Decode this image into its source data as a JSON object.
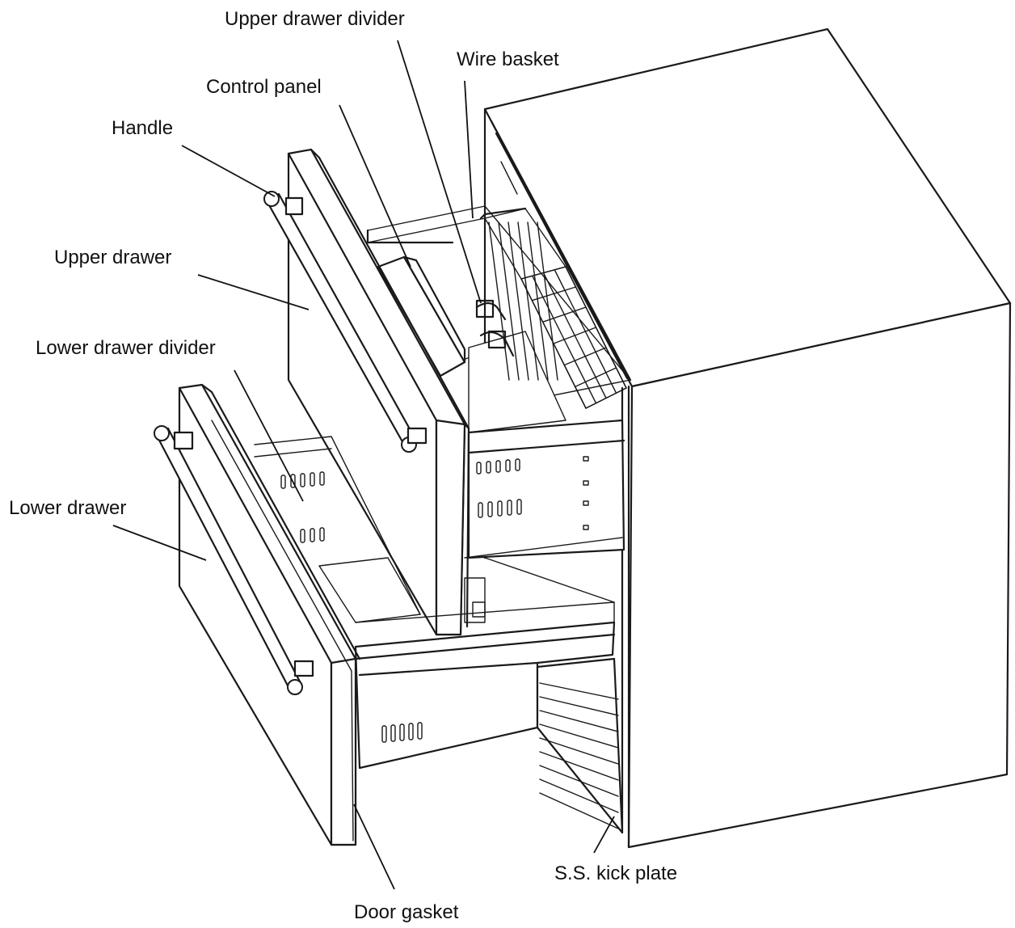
{
  "labels": {
    "upper_drawer_divider": "Upper drawer divider",
    "wire_basket": "Wire basket",
    "control_panel": "Control panel",
    "handle": "Handle",
    "upper_drawer": "Upper drawer",
    "lower_drawer_divider": "Lower drawer divider",
    "lower_drawer": "Lower drawer",
    "ss_kick_plate": "S.S. kick plate",
    "door_gasket": "Door gasket"
  },
  "colors": {
    "line": "#1a1a1a",
    "text": "#111111",
    "background": "#ffffff"
  }
}
